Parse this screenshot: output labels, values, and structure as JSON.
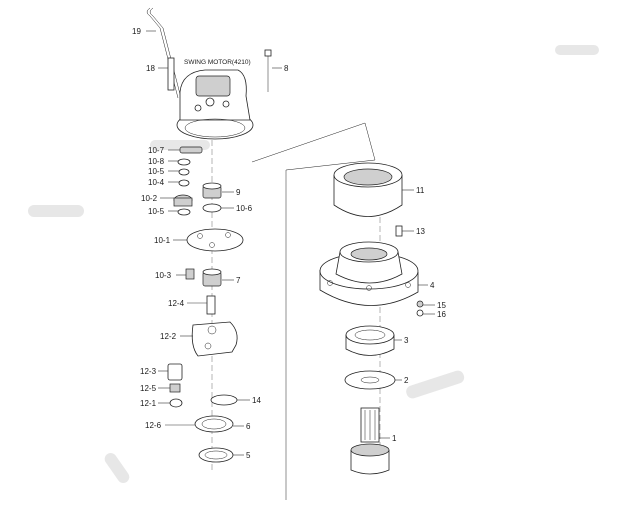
{
  "diagram": {
    "title": "SWING MOTOR(4210)",
    "callouts": [
      {
        "id": "19",
        "text": "19"
      },
      {
        "id": "18",
        "text": "18"
      },
      {
        "id": "8",
        "text": "8"
      },
      {
        "id": "10-7",
        "text": "10-7"
      },
      {
        "id": "10-8",
        "text": "10-8"
      },
      {
        "id": "10-5a",
        "text": "10-5"
      },
      {
        "id": "10-4",
        "text": "10-4"
      },
      {
        "id": "10-2",
        "text": "10-2"
      },
      {
        "id": "9",
        "text": "9"
      },
      {
        "id": "10-5b",
        "text": "10-5"
      },
      {
        "id": "10-6",
        "text": "10-6"
      },
      {
        "id": "10-1",
        "text": "10-1"
      },
      {
        "id": "10-3",
        "text": "10-3"
      },
      {
        "id": "7",
        "text": "7"
      },
      {
        "id": "12-4",
        "text": "12-4"
      },
      {
        "id": "12-2",
        "text": "12-2"
      },
      {
        "id": "12-3",
        "text": "12-3"
      },
      {
        "id": "12-5",
        "text": "12-5"
      },
      {
        "id": "12-1",
        "text": "12-1"
      },
      {
        "id": "14",
        "text": "14"
      },
      {
        "id": "12-6",
        "text": "12-6"
      },
      {
        "id": "6",
        "text": "6"
      },
      {
        "id": "5",
        "text": "5"
      },
      {
        "id": "11",
        "text": "11"
      },
      {
        "id": "13",
        "text": "13"
      },
      {
        "id": "4",
        "text": "4"
      },
      {
        "id": "15",
        "text": "15"
      },
      {
        "id": "16",
        "text": "16"
      },
      {
        "id": "3",
        "text": "3"
      },
      {
        "id": "2",
        "text": "2"
      },
      {
        "id": "1",
        "text": "1"
      }
    ]
  }
}
